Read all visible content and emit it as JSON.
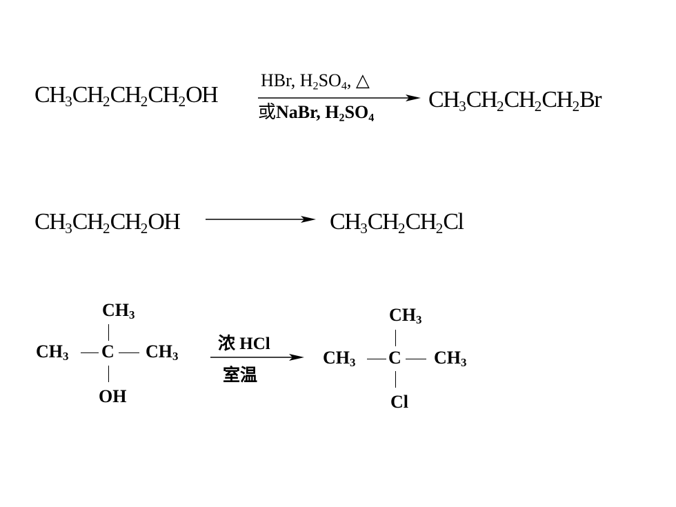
{
  "reactions": [
    {
      "reactant": [
        [
          "CH",
          "3"
        ],
        [
          "CH",
          "2"
        ],
        [
          "CH",
          "2"
        ],
        [
          "CH",
          "2"
        ],
        [
          "OH",
          ""
        ]
      ],
      "product": [
        [
          "CH",
          "3"
        ],
        [
          "CH",
          "2"
        ],
        [
          "CH",
          "2"
        ],
        [
          "CH",
          "2"
        ],
        [
          "Br",
          ""
        ]
      ],
      "condition_top": [
        [
          "HBr, H",
          "2"
        ],
        [
          "SO",
          "4"
        ],
        [
          ", △",
          ""
        ]
      ],
      "condition_bottom_prefix": "或",
      "condition_bottom": [
        [
          "NaBr, H",
          "2"
        ],
        [
          "SO",
          "4"
        ]
      ]
    },
    {
      "reactant": [
        [
          "CH",
          "3"
        ],
        [
          "CH",
          "2"
        ],
        [
          "CH",
          "2"
        ],
        [
          "OH",
          ""
        ]
      ],
      "product": [
        [
          "CH",
          "3"
        ],
        [
          "CH",
          "2"
        ],
        [
          "CH",
          "2"
        ],
        [
          "Cl",
          ""
        ]
      ]
    },
    {
      "reactant": {
        "top": "CH",
        "top_sub": "3",
        "left": "CH",
        "left_sub": "3",
        "center": "C",
        "right": "CH",
        "right_sub": "3",
        "bottom": "OH"
      },
      "condition_top": "浓 HCl",
      "condition_bottom": "室温",
      "product": {
        "top": "CH",
        "top_sub": "3",
        "left": "CH",
        "left_sub": "3",
        "center": "C",
        "right": "CH",
        "right_sub": "3",
        "bottom": "Cl"
      }
    }
  ]
}
